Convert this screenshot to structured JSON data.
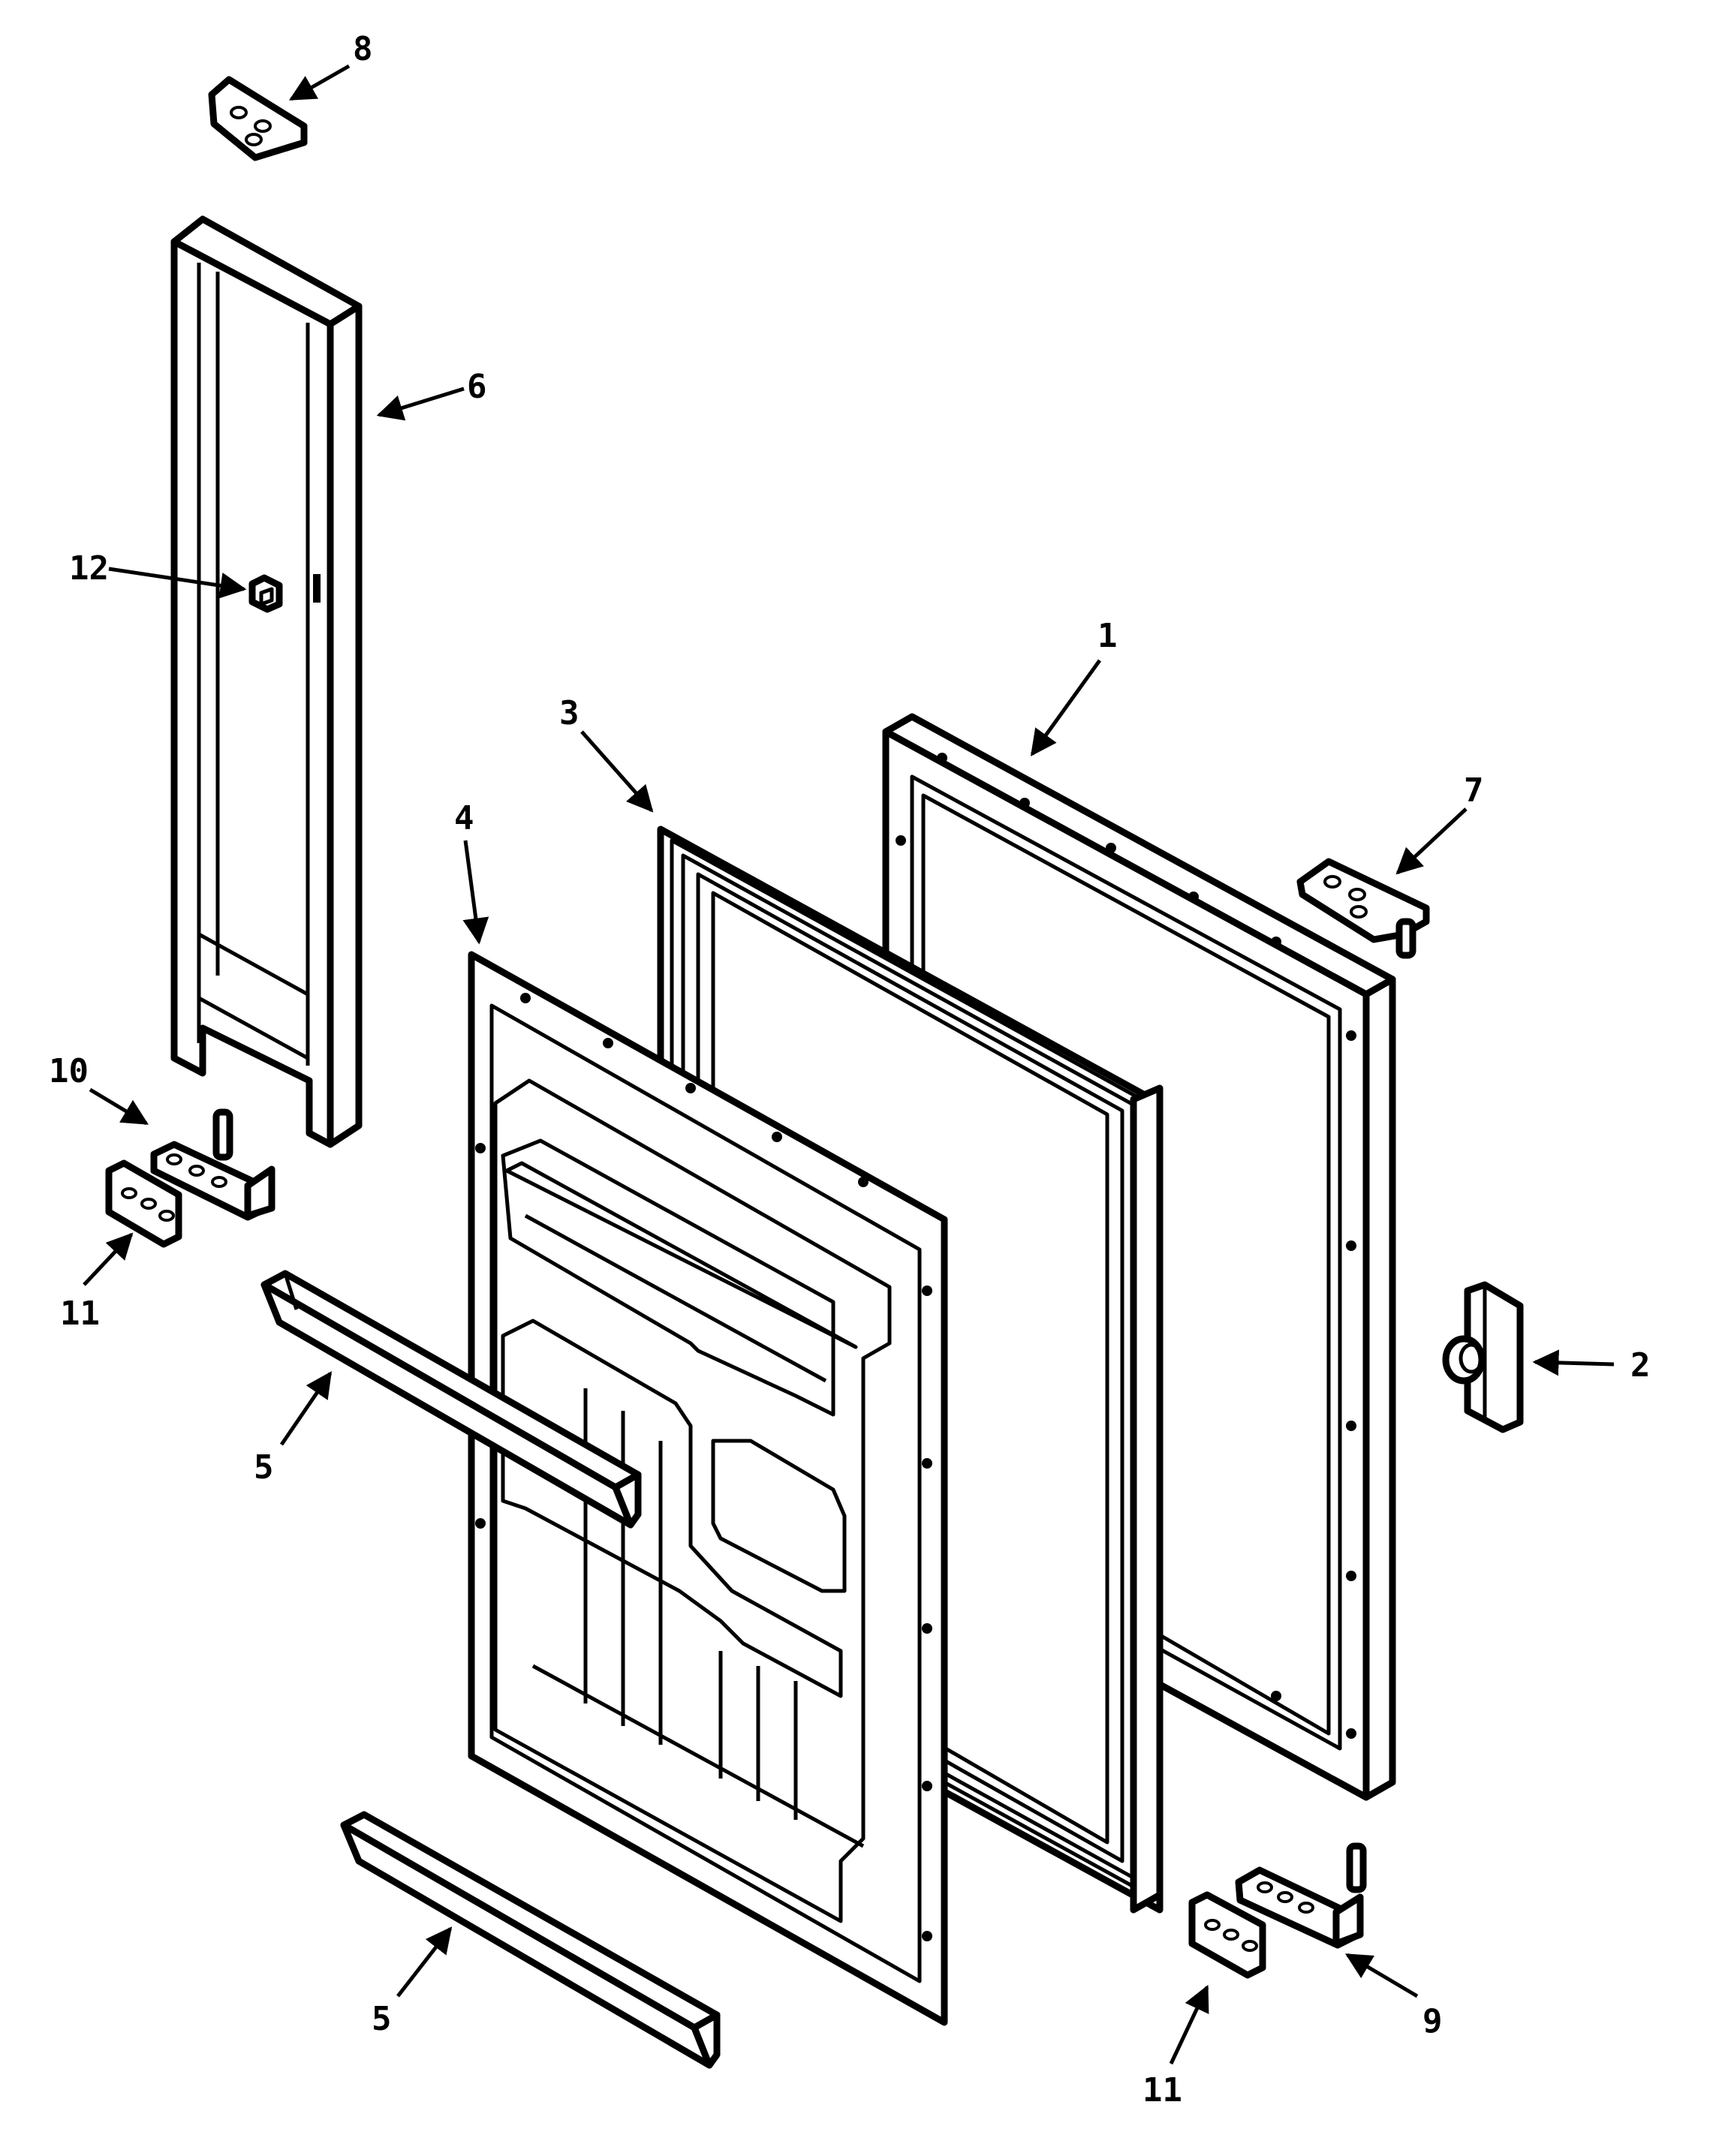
{
  "diagram": {
    "type": "exploded-parts-view",
    "accent_color": "#000000",
    "background_color": "#ffffff",
    "callouts": [
      {
        "id": "1",
        "label": "1"
      },
      {
        "id": "2",
        "label": "2"
      },
      {
        "id": "3",
        "label": "3"
      },
      {
        "id": "4",
        "label": "4"
      },
      {
        "id": "5a",
        "label": "5"
      },
      {
        "id": "5b",
        "label": "5"
      },
      {
        "id": "6",
        "label": "6"
      },
      {
        "id": "7",
        "label": "7"
      },
      {
        "id": "8",
        "label": "8"
      },
      {
        "id": "9",
        "label": "9"
      },
      {
        "id": "10",
        "label": "10"
      },
      {
        "id": "11a",
        "label": "11"
      },
      {
        "id": "11b",
        "label": "11"
      },
      {
        "id": "12",
        "label": "12"
      }
    ]
  }
}
